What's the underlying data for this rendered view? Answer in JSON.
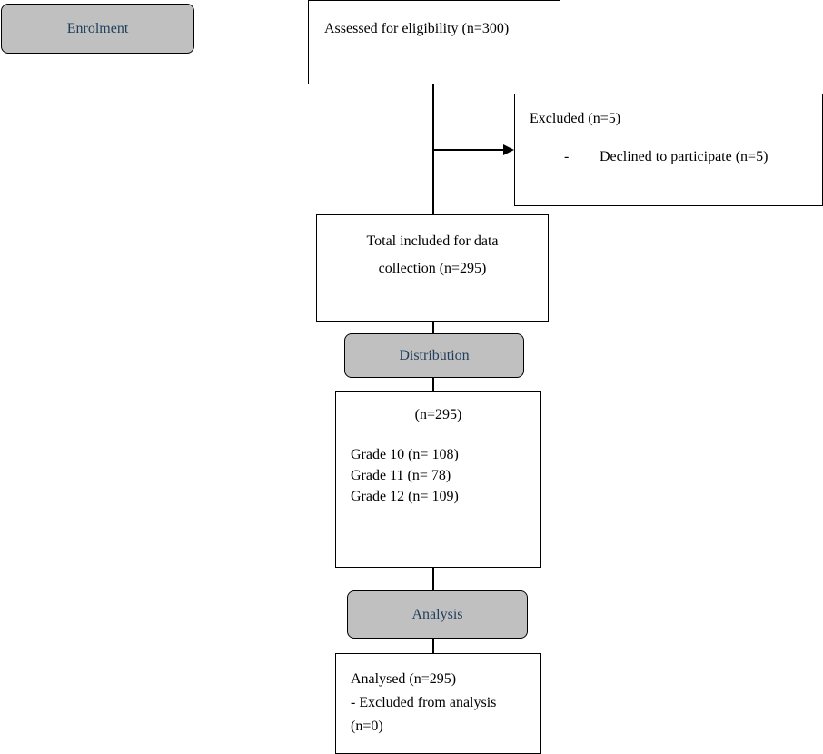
{
  "stages": {
    "enrolment": "Enrolment",
    "distribution": "Distribution",
    "analysis": "Analysis"
  },
  "boxes": {
    "assessed": "Assessed for eligibility  (n=300)",
    "excluded": {
      "title": "Excluded  (n=5)",
      "bullet": "-",
      "reason": "Declined to participate (n=5)"
    },
    "included": {
      "line1": "Total included for data",
      "line2": "collection  (n=295)"
    },
    "distribution": {
      "total": "(n=295)",
      "grades": [
        "Grade 10 (n= 108)",
        "Grade 11 (n= 78)",
        "Grade 12 (n= 109)"
      ]
    },
    "analysed": {
      "line1": "Analysed (n=295)",
      "line2": "- Excluded  from analysis",
      "line3": "(n=0)"
    }
  },
  "colors": {
    "stage_fill": "#c0c0c0",
    "stage_text": "#1f3e5c",
    "line": "#000000"
  }
}
